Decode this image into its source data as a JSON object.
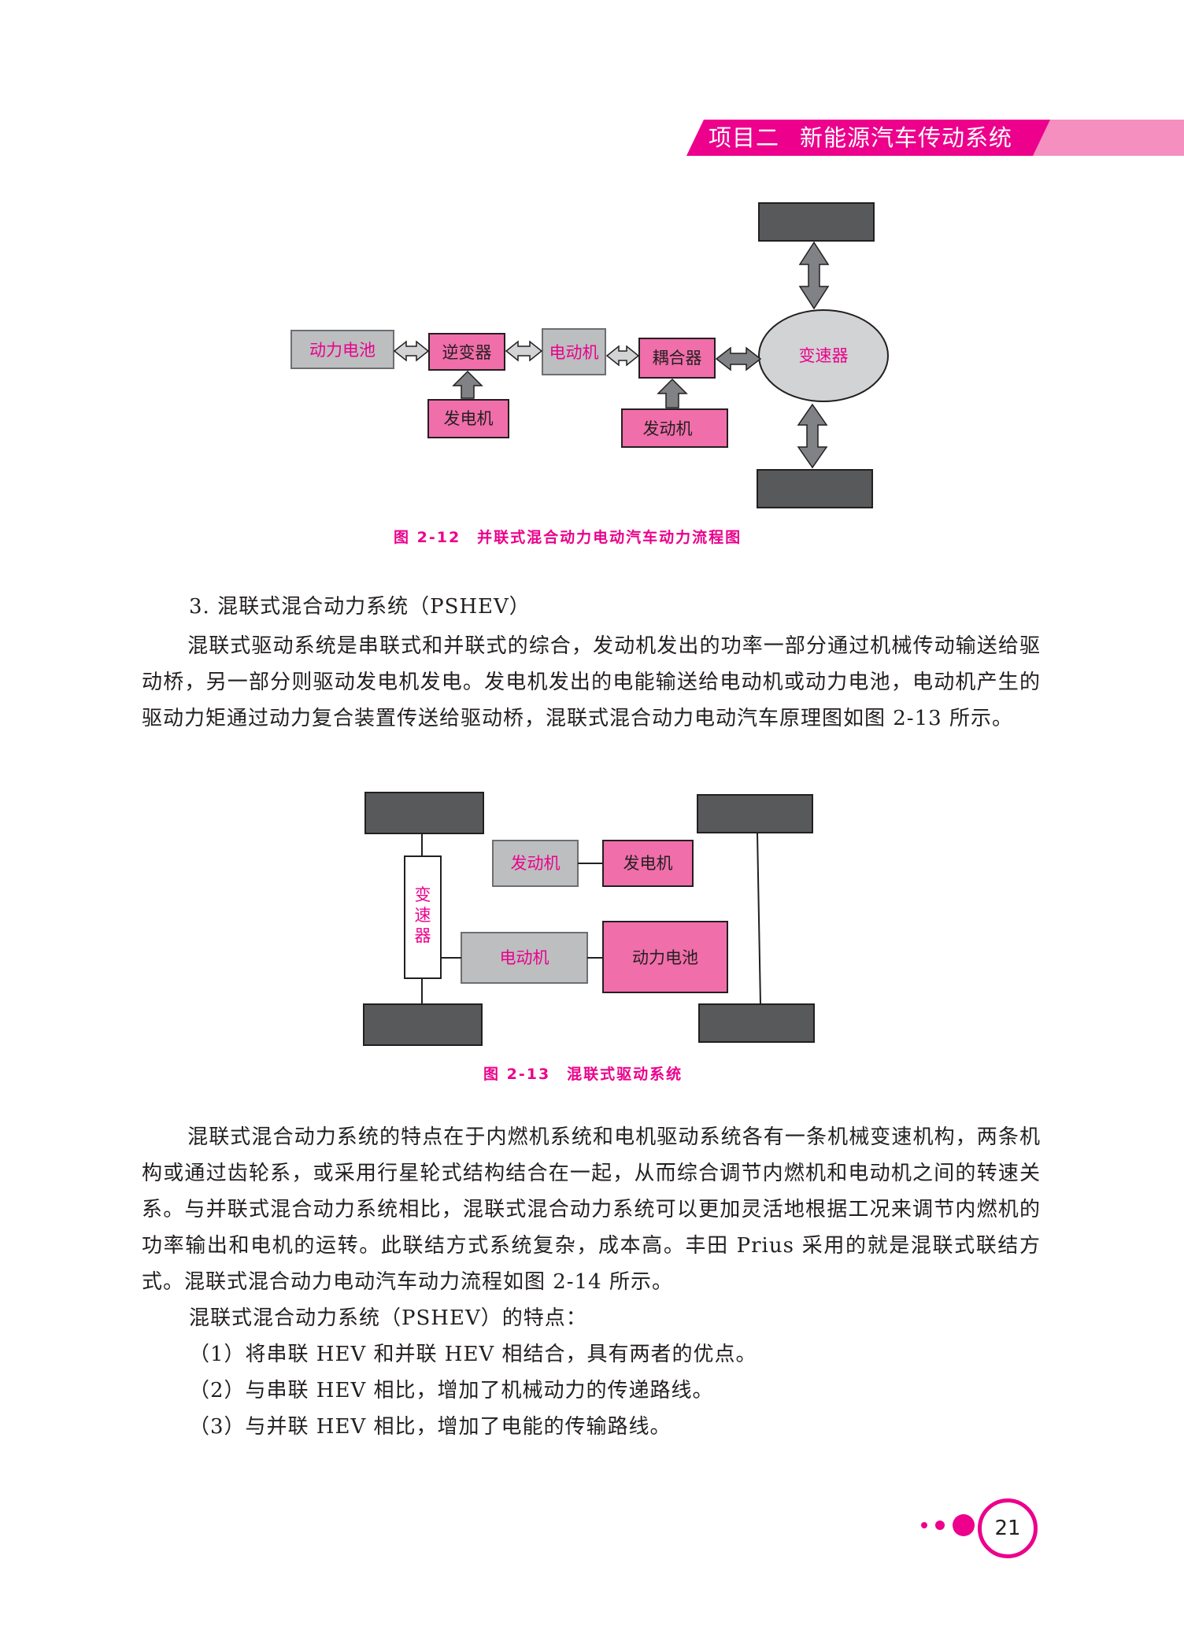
{
  "header": {
    "project_label": "项目二",
    "chapter_title": "新能源汽车传动系统"
  },
  "figure_2_12": {
    "boxes": {
      "battery": "动力电池",
      "inverter": "逆变器",
      "motor": "电动机",
      "coupler": "耦合器",
      "transmission": "变速器",
      "generator": "发电机",
      "engine": "发动机"
    },
    "caption": "图 2-12　并联式混合动力电动汽车动力流程图"
  },
  "section": {
    "heading": "3. 混联式混合动力系统（PSHEV）",
    "para1": "混联式驱动系统是串联式和并联式的综合，发动机发出的功率一部分通过机械传动输送给驱动桥，另一部分则驱动发电机发电。发电机发出的电能输送给电动机或动力电池，电动机产生的驱动力矩通过动力复合装置传送给驱动桥，混联式混合动力电动汽车原理图如图 2-13 所示。"
  },
  "figure_2_13": {
    "boxes": {
      "engine": "发动机",
      "generator": "发电机",
      "transmission_chars": [
        "变",
        "速",
        "器"
      ],
      "motor": "电动机",
      "battery": "动力电池"
    },
    "caption": "图 2-13　混联式驱动系统"
  },
  "body": {
    "para2": "混联式混合动力系统的特点在于内燃机系统和电机驱动系统各有一条机械变速机构，两条机构或通过齿轮系，或采用行星轮式结构结合在一起，从而综合调节内燃机和电动机之间的转速关系。与并联式混合动力系统相比，混联式混合动力系统可以更加灵活地根据工况来调节内燃机的功率输出和电机的运转。此联结方式系统复杂，成本高。丰田 Prius 采用的就是混联式联结方式。混联式混合动力电动汽车动力流程如图 2-14 所示。",
    "features_title": "混联式混合动力系统（PSHEV）的特点：",
    "items": [
      "（1）将串联 HEV 和并联 HEV 相结合，具有两者的优点。",
      "（2）与串联 HEV 相比，增加了机械动力的传递路线。",
      "（3）与并联 HEV 相比，增加了电能的传输路线。"
    ]
  },
  "footer": {
    "page_number": "21"
  },
  "colors": {
    "accent": "#ec008c",
    "accent_light": "#f48fbf",
    "gray_box": "#bcbec0",
    "dark_box": "#58595b"
  }
}
